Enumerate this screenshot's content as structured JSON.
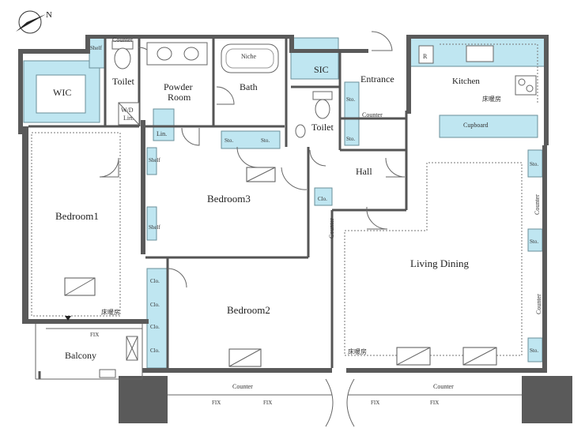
{
  "compass": {
    "north": "N"
  },
  "rooms": {
    "wic": "WIC",
    "toilet1": "Toilet",
    "powder_room_1": "Powder",
    "powder_room_2": "Room",
    "bath": "Bath",
    "niche": "Niche",
    "sic": "SIC",
    "entrance": "Entrance",
    "toilet2": "Toilet",
    "kitchen": "Kitchen",
    "cupboard": "Cupboard",
    "hall": "Hall",
    "bedroom1": "Bedroom1",
    "bedroom2": "Bedroom2",
    "bedroom3": "Bedroom3",
    "living_dining": "Living Dining",
    "balcony": "Balcony"
  },
  "labels": {
    "counter": "Counter",
    "shelf": "Shelf",
    "wd_1": "W/D",
    "wd_2": "Lin.",
    "linen": "Lin.",
    "storage": "Sto.",
    "closet": "Clo.",
    "fix": "FIX",
    "floor_heating": "床暖房",
    "refrigerator": "R"
  }
}
